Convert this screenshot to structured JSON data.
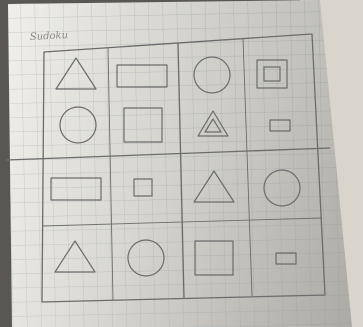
{
  "photo": {
    "handwritten_heading": "Sudoku"
  },
  "colors": {
    "paper": "#e9e7e1",
    "paper_shadow": "#cfcbc3",
    "grid_line": "#b9c3c9",
    "pencil": "#6c6c6c",
    "background": "#5a5753"
  },
  "puzzle": {
    "size": 4,
    "cells": [
      [
        "triangle",
        "wide-rectangle",
        "circle",
        "nested-square"
      ],
      [
        "circle",
        "square",
        "nested-triangle",
        "small-rectangle"
      ],
      [
        "wide-rectangle",
        "small-square",
        "triangle",
        "circle"
      ],
      [
        "triangle",
        "circle",
        "square",
        "small-rectangle"
      ]
    ]
  }
}
